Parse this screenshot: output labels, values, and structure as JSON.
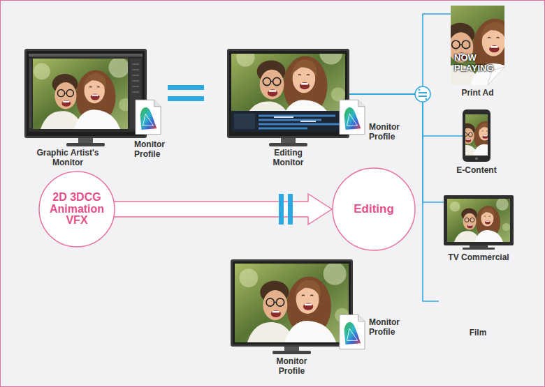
{
  "diagram": {
    "nodes": [
      {
        "text": [
          "Graphic Artist's Monitor",
          "Monitor Profile"
        ]
      },
      {
        "text": [
          "Editing Monitor",
          "Monitor Profile"
        ]
      },
      {
        "text": [
          "Print Ad"
        ]
      },
      {
        "text": [
          "E-Content"
        ]
      },
      {
        "text": [
          "TV Commercial"
        ]
      },
      {
        "text": [
          "Film"
        ]
      },
      {
        "text": [
          "2D 3DCG Animation VFX"
        ]
      },
      {
        "text": [
          "Editing"
        ]
      }
    ],
    "edges": [
      {
        "from": 1,
        "to": 2,
        "arrow": "none"
      },
      {
        "from": 1,
        "to": 3,
        "arrow": "none"
      },
      {
        "from": 1,
        "to": 4,
        "arrow": "none"
      },
      {
        "from": 1,
        "to": 5,
        "arrow": "none"
      },
      {
        "from": 6,
        "to": 7,
        "arrow": "to"
      }
    ],
    "labels": [
      "NOW PLAYING",
      "Monitor Profile",
      "Monitor Profile"
    ]
  }
}
